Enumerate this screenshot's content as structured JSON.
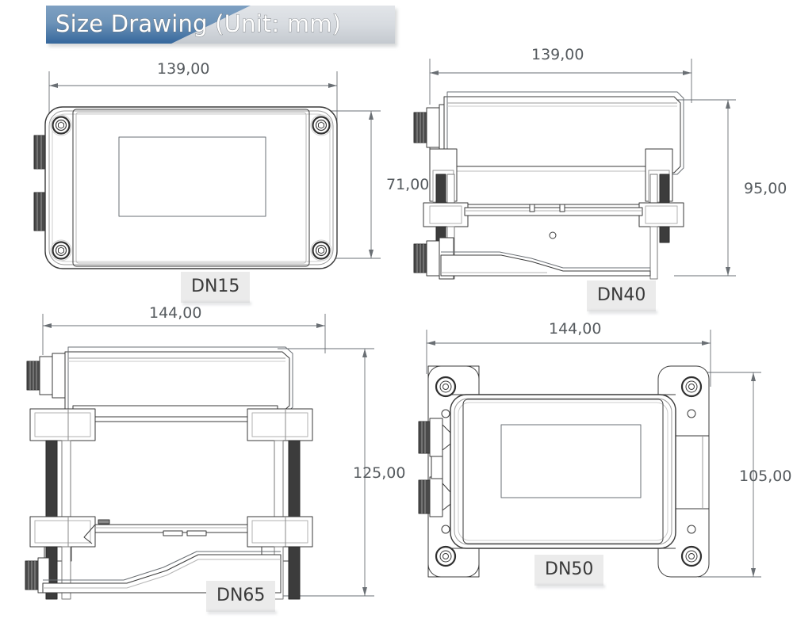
{
  "title": {
    "text": "Size Drawing (Unit: mm)",
    "band_blue": "#5d88b3",
    "band_gray": "#d7dbe0",
    "text_color": "#ffffff",
    "text_outline": "#6c7176"
  },
  "units": "mm",
  "line_color": "#3a3a3a",
  "dim_color": "#555a5e",
  "chip_bg": "#ebebeb",
  "figures": [
    {
      "id": "dn15",
      "label": "DN15",
      "view": "front",
      "width_label": "139,00",
      "height_label": "71,00",
      "width_mm": 139.0,
      "height_mm": 71.0
    },
    {
      "id": "dn40",
      "label": "DN40",
      "view": "side",
      "width_label": "139,00",
      "height_label": "95,00",
      "width_mm": 139.0,
      "height_mm": 95.0
    },
    {
      "id": "dn65",
      "label": "DN65",
      "view": "side",
      "width_label": "144,00",
      "height_label": "125,00",
      "width_mm": 144.0,
      "height_mm": 125.0
    },
    {
      "id": "dn50",
      "label": "DN50",
      "view": "front",
      "width_label": "144,00",
      "height_label": "105,00",
      "width_mm": 144.0,
      "height_mm": 105.0
    }
  ]
}
